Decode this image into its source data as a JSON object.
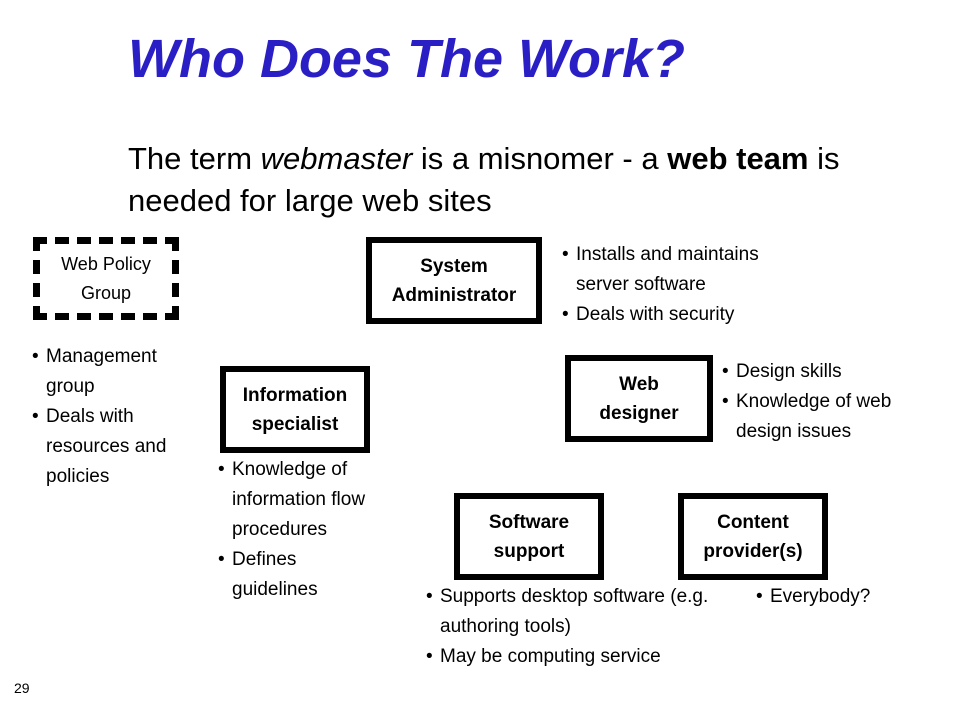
{
  "title": "Who Does The Work?",
  "subtitle": {
    "p1": "The term ",
    "p2_italic": "webmaster",
    "p3": " is a misnomer - a ",
    "p4_bold": "web team",
    "p5": " is needed for large web sites"
  },
  "roles": {
    "web_policy": {
      "label": "Web Policy Group",
      "notes": [
        "Management group",
        "Deals with resources and policies"
      ]
    },
    "system_admin": {
      "label": "System Administrator",
      "notes": [
        "Installs and maintains server software",
        "Deals with security"
      ]
    },
    "info_specialist": {
      "label": "Information specialist",
      "notes": [
        "Knowledge of information flow procedures",
        "Defines guidelines"
      ]
    },
    "web_designer": {
      "label": "Web designer",
      "notes": [
        "Design skills",
        "Knowledge of web design issues"
      ]
    },
    "software_support": {
      "label": "Software support",
      "notes": [
        "Supports desktop software (e.g. authoring tools)",
        "May be computing service"
      ]
    },
    "content_provider": {
      "label": "Content provider(s)",
      "notes": [
        "Everybody?"
      ]
    }
  },
  "page_number": "29"
}
